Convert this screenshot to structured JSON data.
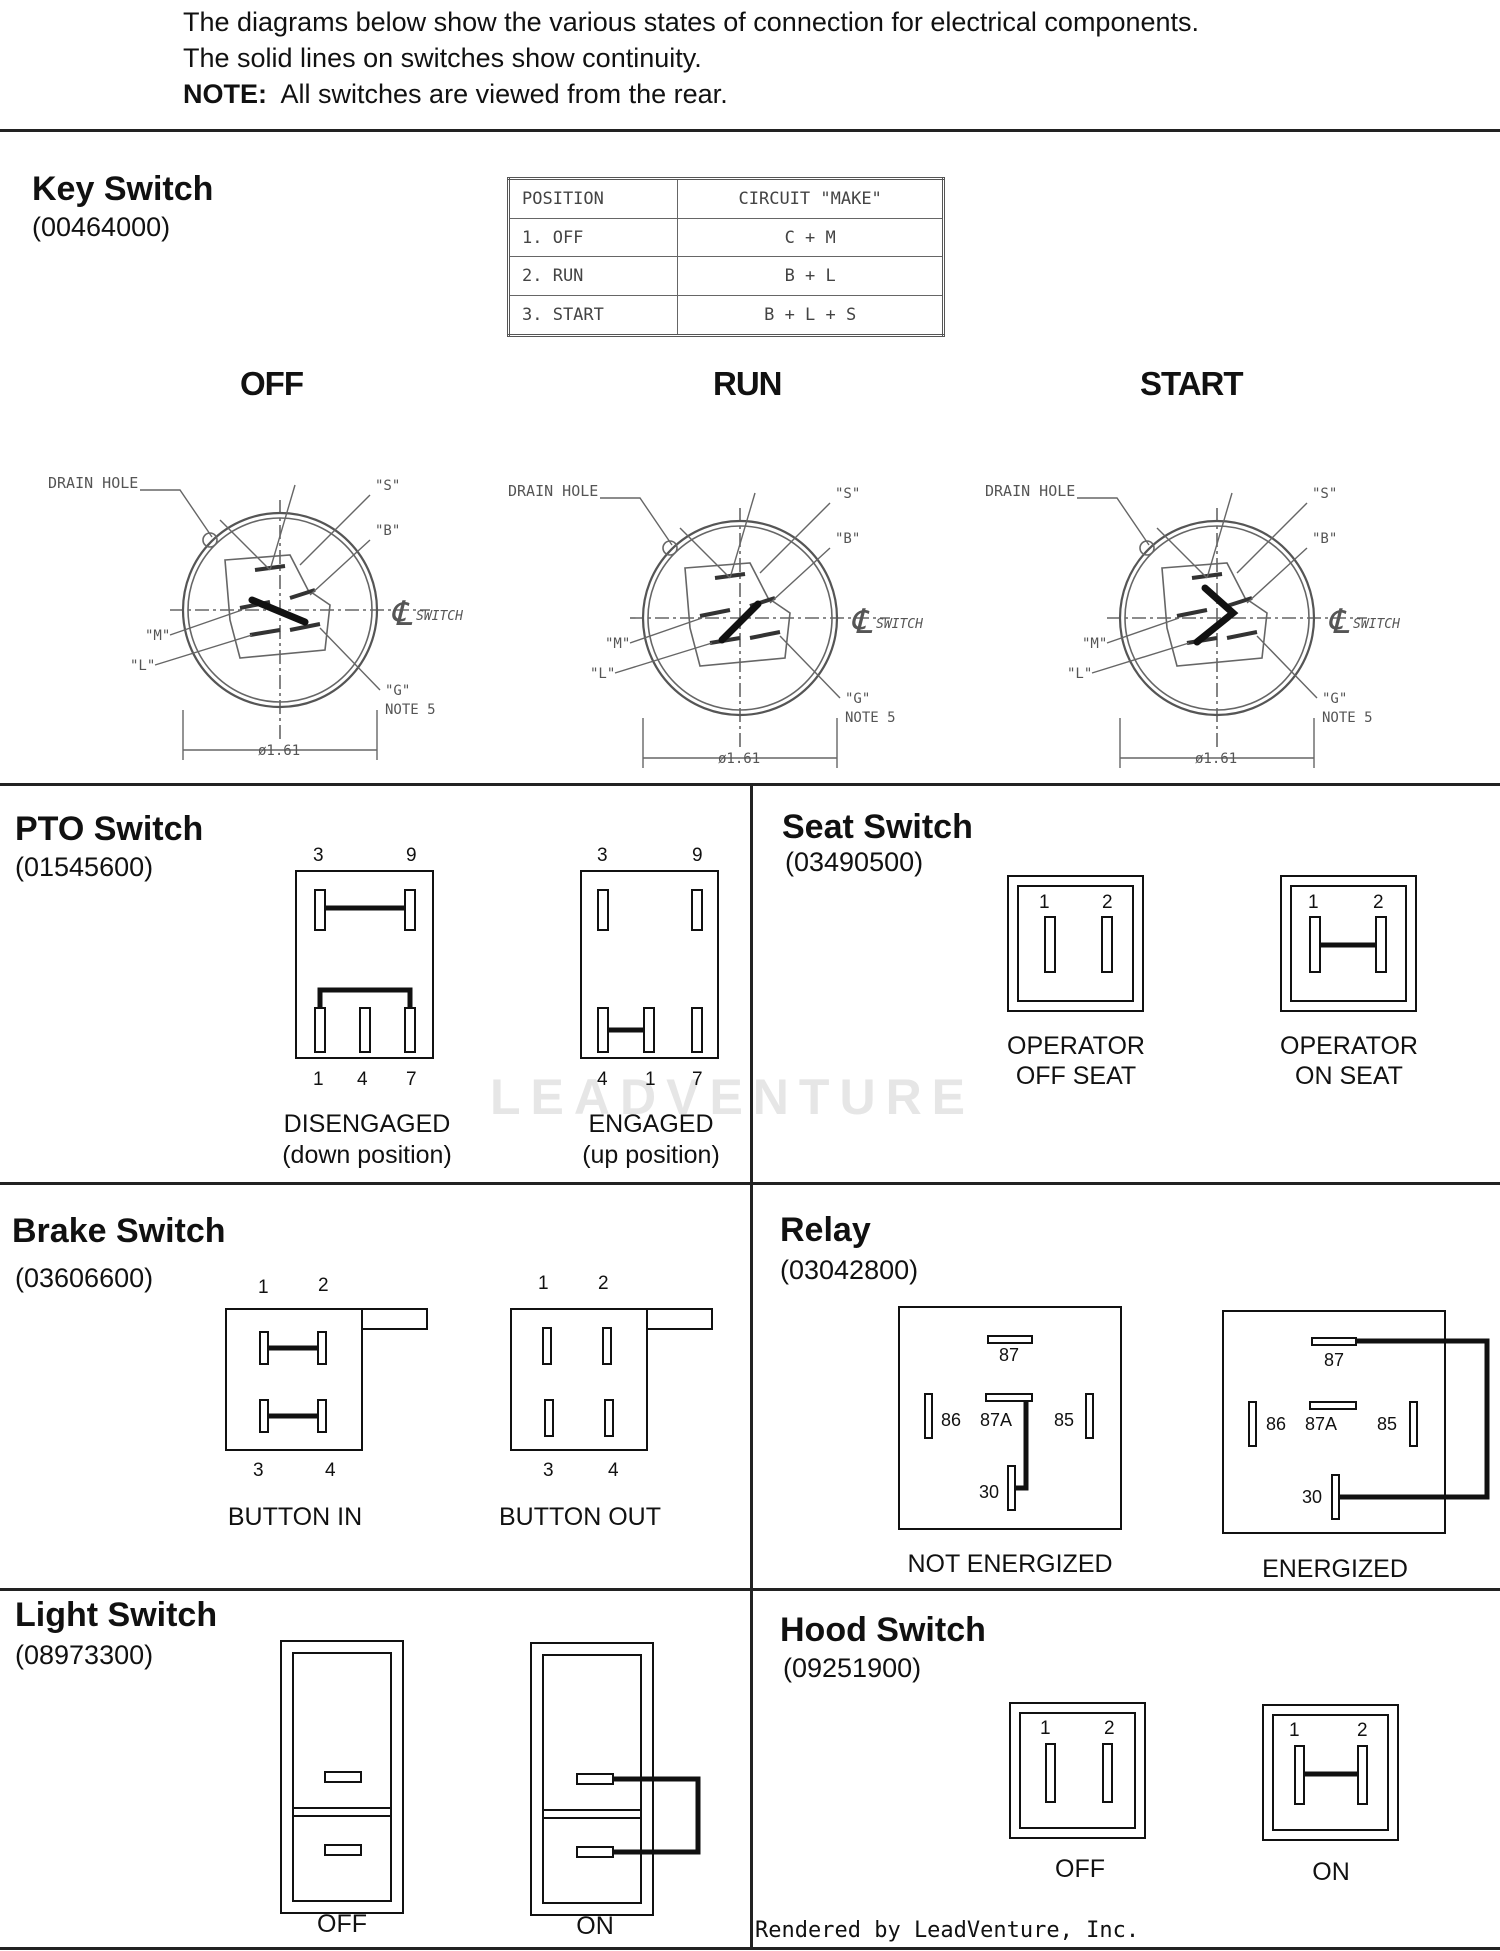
{
  "intro": {
    "line1": "The diagrams below show the various states of connection for electrical components.",
    "line2": "The solid lines on switches show continuity.",
    "note_label": "NOTE:",
    "note_text": "All switches are viewed from the rear."
  },
  "key_switch": {
    "title": "Key Switch",
    "part": "(00464000)",
    "table": {
      "headers": [
        "POSITION",
        "CIRCUIT \"MAKE\""
      ],
      "rows": [
        [
          "1. OFF",
          "C + M"
        ],
        [
          "2. RUN",
          "B + L"
        ],
        [
          "3. START",
          "B + L + S"
        ]
      ]
    },
    "positions": [
      "OFF",
      "RUN",
      "START"
    ],
    "callouts": {
      "drain": "DRAIN HOLE",
      "s": "\"S\"",
      "b": "\"B\"",
      "m": "\"M\"",
      "l": "\"L\"",
      "g": "\"G\"",
      "note": "NOTE 5",
      "dia": "ø1.61",
      "cl": "℄",
      "switch": "SWITCH"
    }
  },
  "pto_switch": {
    "title": "PTO Switch",
    "part": "(01545600)",
    "top_pins": [
      "3",
      "9"
    ],
    "bottom_pins": [
      "1",
      "4",
      "7"
    ],
    "engaged_bottom_pins": [
      "4",
      "1",
      "7"
    ],
    "states": [
      {
        "line1": "DISENGAGED",
        "line2": "(down position)"
      },
      {
        "line1": "ENGAGED",
        "line2": "(up position)"
      }
    ]
  },
  "seat_switch": {
    "title": "Seat Switch",
    "part": "(03490500)",
    "pins": [
      "1",
      "2"
    ],
    "states": [
      {
        "line1": "OPERATOR",
        "line2": "OFF SEAT"
      },
      {
        "line1": "OPERATOR",
        "line2": "ON SEAT"
      }
    ]
  },
  "brake_switch": {
    "title": "Brake  Switch",
    "part": "(03606600)",
    "top_pins": [
      "1",
      "2"
    ],
    "bottom_pins": [
      "3",
      "4"
    ],
    "states": [
      "BUTTON IN",
      "BUTTON OUT"
    ]
  },
  "relay": {
    "title": "Relay",
    "part": "(03042800)",
    "pins": [
      "87",
      "86",
      "87A",
      "85",
      "30"
    ],
    "states": [
      "NOT ENERGIZED",
      "ENERGIZED"
    ]
  },
  "light_switch": {
    "title": "Light  Switch",
    "part": "(08973300)",
    "states": [
      "OFF",
      "ON"
    ]
  },
  "hood_switch": {
    "title": "Hood Switch",
    "part": "(09251900)",
    "pins": [
      "1",
      "2"
    ],
    "states": [
      "OFF",
      "ON"
    ]
  },
  "watermark": "LEADVENTURE",
  "footer": "Rendered by LeadVenture, Inc."
}
